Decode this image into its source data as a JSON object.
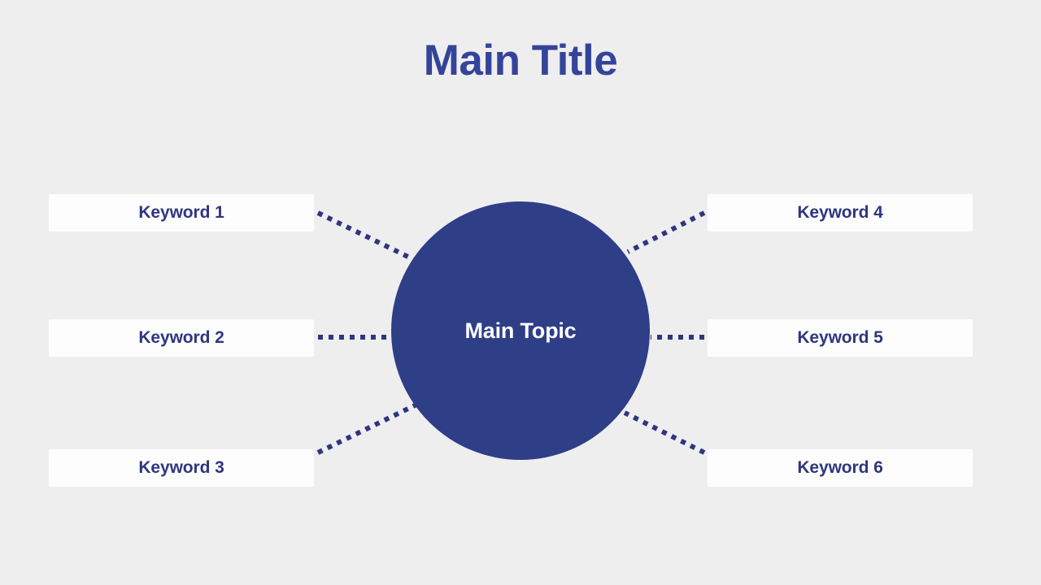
{
  "slide": {
    "title": "Main Title",
    "background_color": "#efeeef",
    "accent_color": "#2e3e87",
    "title_color": "#33449a",
    "box_color": "#fdfdfd",
    "keyword_text_color": "#2e3680"
  },
  "center": {
    "label": "Main Topic",
    "shape": "circle",
    "fill_color": "#2e3e87",
    "text_color": "#ffffff"
  },
  "connectors": {
    "style": "dotted",
    "color": "#2e3680",
    "dot_size": 6,
    "count": 6
  },
  "keywords": {
    "left": [
      {
        "label": "Keyword 1"
      },
      {
        "label": "Keyword 2"
      },
      {
        "label": "Keyword 3"
      }
    ],
    "right": [
      {
        "label": "Keyword 4"
      },
      {
        "label": "Keyword 5"
      },
      {
        "label": "Keyword 6"
      }
    ]
  }
}
